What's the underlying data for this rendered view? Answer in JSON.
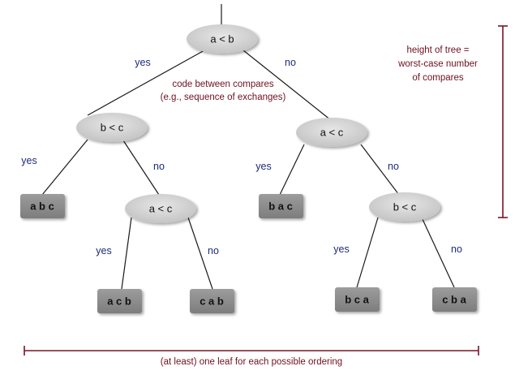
{
  "root": {
    "compare": "a < b",
    "yes_label": "yes",
    "no_label": "no",
    "left": {
      "compare": "b < c",
      "yes_label": "yes",
      "no_label": "no",
      "yes_leaf": "a b c",
      "right": {
        "compare": "a < c",
        "yes_label": "yes",
        "no_label": "no",
        "yes_leaf": "a c b",
        "no_leaf": "c a b"
      }
    },
    "right": {
      "compare": "a < c",
      "yes_label": "yes",
      "no_label": "no",
      "yes_leaf": "b a c",
      "right": {
        "compare": "b < c",
        "yes_label": "yes",
        "no_label": "no",
        "yes_leaf": "b c a",
        "no_leaf": "c b a"
      }
    }
  },
  "annotations": {
    "code_between_line1": "code between compares",
    "code_between_line2": "(e.g., sequence of exchanges)",
    "height_line1": "height of tree =",
    "height_line2": "worst-case number",
    "height_line3": "of compares",
    "leaf_note": "(at least) one leaf for each possible ordering"
  },
  "colors": {
    "node_fill": "#d3d3d3",
    "leaf_fill": "#8c8c8c",
    "edge_label": "#1e2a7a",
    "annotation": "#7a1428"
  }
}
